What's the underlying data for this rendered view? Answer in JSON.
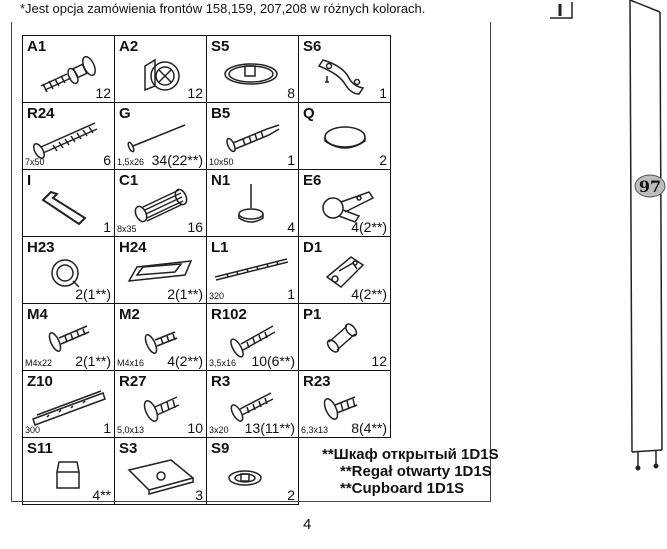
{
  "note": "*Jest opcja zamówienia frontów 158,159, 207,208 w różnych kolorach.",
  "parts": [
    {
      "code": "A1",
      "qty": "12",
      "size": "",
      "icon": "eccentric-bolt-icon"
    },
    {
      "code": "A2",
      "qty": "12",
      "size": "",
      "icon": "cam-lock-icon"
    },
    {
      "code": "S5",
      "qty": "8",
      "size": "",
      "icon": "ring-shelf-support-icon"
    },
    {
      "code": "S6",
      "qty": "1",
      "size": "",
      "icon": "wall-bracket-icon"
    },
    {
      "code": "R24",
      "qty": "6",
      "size": "7x50",
      "icon": "long-screw-icon"
    },
    {
      "code": "G",
      "qty": "34(22**)",
      "size": "1,5x26",
      "icon": "nail-icon"
    },
    {
      "code": "B5",
      "qty": "1",
      "size": "10x50",
      "icon": "wall-plug-icon"
    },
    {
      "code": "Q",
      "qty": "2",
      "size": "",
      "icon": "felt-pad-icon"
    },
    {
      "code": "I",
      "qty": "1",
      "size": "",
      "icon": "hex-key-icon"
    },
    {
      "code": "C1",
      "qty": "16",
      "size": "8x35",
      "icon": "wooden-dowel-icon"
    },
    {
      "code": "N1",
      "qty": "4",
      "size": "",
      "icon": "leveling-foot-icon"
    },
    {
      "code": "E6",
      "qty": "4(2**)",
      "size": "",
      "icon": "hinge-icon"
    },
    {
      "code": "H23",
      "qty": "2(1**)",
      "size": "",
      "icon": "knob-icon"
    },
    {
      "code": "H24",
      "qty": "2(1**)",
      "size": "",
      "icon": "handle-icon"
    },
    {
      "code": "L1",
      "qty": "1",
      "size": "320",
      "icon": "rod-icon"
    },
    {
      "code": "D1",
      "qty": "4(2**)",
      "size": "",
      "icon": "hinge-plate-icon"
    },
    {
      "code": "M4",
      "qty": "2(1**)",
      "size": "M4x22",
      "icon": "machine-screw-icon"
    },
    {
      "code": "M2",
      "qty": "4(2**)",
      "size": "M4x16",
      "icon": "short-machine-screw-icon"
    },
    {
      "code": "R102",
      "qty": "10(6**)",
      "size": "3,5x16",
      "icon": "wood-screw-icon"
    },
    {
      "code": "P1",
      "qty": "12",
      "size": "",
      "icon": "pin-icon"
    },
    {
      "code": "Z10",
      "qty": "1",
      "size": "300",
      "icon": "drawer-runner-icon"
    },
    {
      "code": "R27",
      "qty": "10",
      "size": "5,0x13",
      "icon": "euro-screw-icon"
    },
    {
      "code": "R3",
      "qty": "13(11**)",
      "size": "3x20",
      "icon": "chipboard-screw-icon"
    },
    {
      "code": "R23",
      "qty": "8(4**)",
      "size": "6,3x13",
      "icon": "bolt-screw-icon"
    },
    {
      "code": "S11",
      "qty": "4**",
      "size": "",
      "icon": "shelf-pin-icon"
    },
    {
      "code": "S3",
      "qty": "3",
      "size": "",
      "icon": "mounting-plate-icon"
    },
    {
      "code": "S9",
      "qty": "2",
      "size": "",
      "icon": "cap-icon"
    }
  ],
  "names": [
    "**Шкаф открытый 1D1S",
    "**Regał otwarty 1D1S",
    "**Cupboard 1D1S"
  ],
  "page_number": "4",
  "panel_label": "97"
}
